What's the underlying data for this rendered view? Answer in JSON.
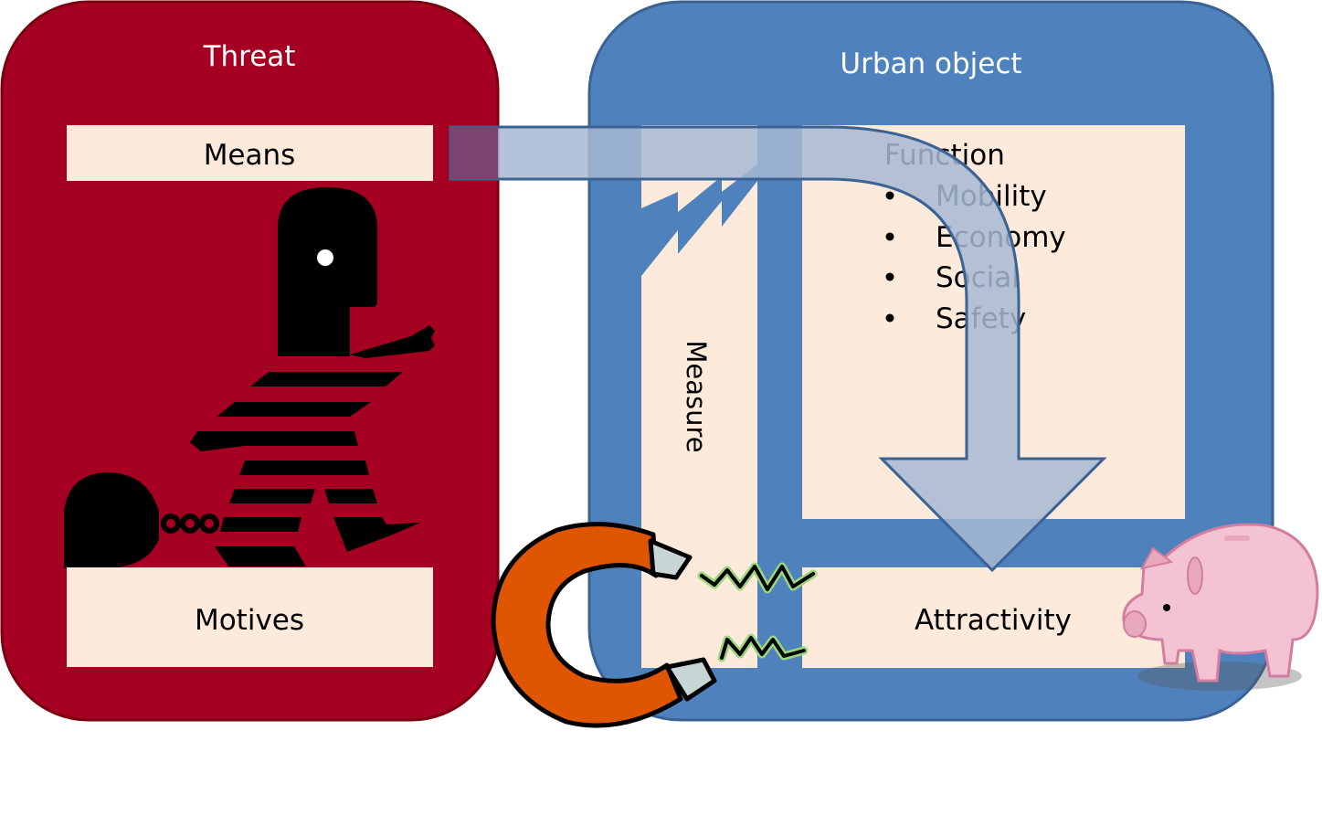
{
  "threat": {
    "title": "Threat",
    "means_label": "Means",
    "motives_label": "Motives",
    "figure_icon": "prisoner-with-ball-and-chain-icon"
  },
  "urban_object": {
    "title": "Urban object",
    "function": {
      "title": "Function",
      "items": [
        "Mobility",
        "Economy",
        "Social",
        "Safety"
      ]
    },
    "measure_label": "Measure",
    "attractivity_label": "Attractivity"
  },
  "icons": {
    "magnet": "magnet-icon",
    "piggy_bank": "piggy-bank-icon",
    "lightning": "lightning-bolt-icon",
    "arrow": "bent-arrow-icon"
  },
  "colors": {
    "threat_fill": "#A50021",
    "threat_stroke": "#7A0010",
    "urban_fill": "#4F81BD",
    "urban_stroke": "#3A6394",
    "panel_fill": "#FDEADA",
    "arrow_fill": "#A7B9D2",
    "magnet_orange": "#E05500",
    "zigzag_green": "#9BD77C",
    "piggy_pink": "#E9A7BE"
  }
}
